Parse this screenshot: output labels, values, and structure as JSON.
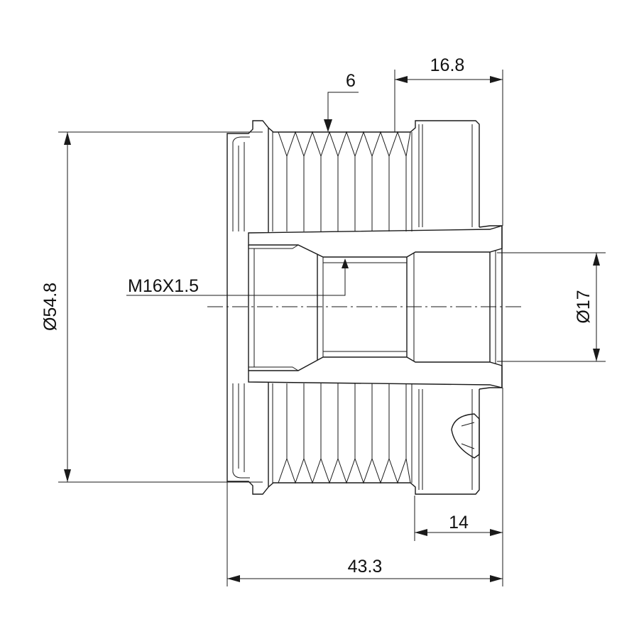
{
  "drawing": {
    "dimensions": {
      "overall_diameter": "Ø54.8",
      "bore_diameter": "Ø17",
      "thread": "M16X1.5",
      "groove_count": "6",
      "hub_length": "16.8",
      "shoulder_length": "14",
      "overall_length": "43.3"
    },
    "colors": {
      "line": "#1a1a1a",
      "background": "#ffffff"
    }
  }
}
